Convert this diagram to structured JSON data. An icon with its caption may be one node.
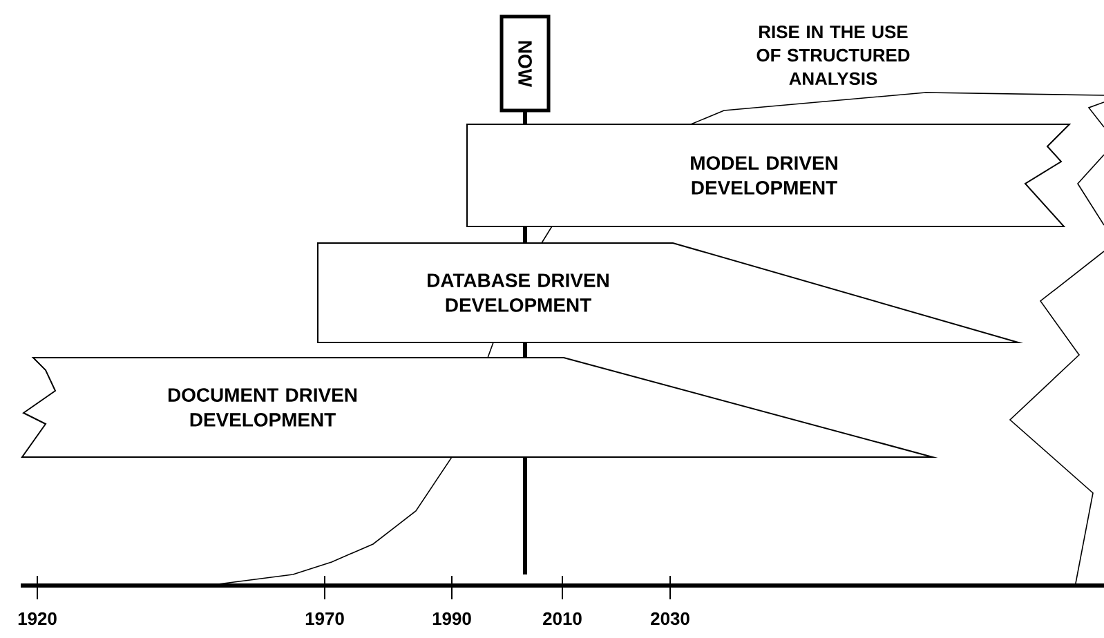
{
  "diagram": {
    "nodes": [
      {
        "text": [
          "NOW"
        ]
      },
      {
        "text": [
          "MODEL DRIVEN DEVELOPMENT"
        ]
      },
      {
        "text": [
          "DATABASE DRIVEN DEVELOPMENT"
        ]
      },
      {
        "text": [
          "DOCUMENT DRIVEN DEVELOPMENT"
        ]
      }
    ],
    "labels": [
      "RISE IN THE USE OF STRUCTURED ANALYSIS",
      "1920",
      "1970",
      "1990",
      "2010",
      "2030"
    ]
  }
}
